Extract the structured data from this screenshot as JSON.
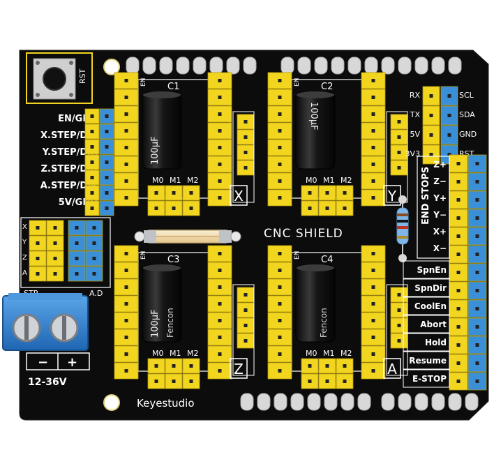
{
  "colors": {
    "pcb": "#0c0c0c",
    "header_yellow": "#f2d51f",
    "header_blue": "#3b8fd6",
    "silk": "#ffffff",
    "terminal_blue": "#2f7fd0",
    "capacitor": "#1d1d1d",
    "pad": "#d8d8d8"
  },
  "board": {
    "reset_label": "RST",
    "brand": "Keyestudio",
    "title": "CNC SHIELD",
    "end_stops_label": "END STOPS",
    "power": {
      "minus": "−",
      "plus": "+",
      "range": "12-36V"
    }
  },
  "left_labels": [
    "EN/GND",
    "X.STEP/DIR",
    "Y.STEP/DIR",
    "Z.STEP/DIR",
    "A.STEP/DIR",
    "5V/GND"
  ],
  "left_lower_fragments": {
    "rows": [
      "X",
      "Y",
      "Z",
      "A"
    ],
    "step": "STP",
    "adir": "A.D"
  },
  "serial_labels_left": [
    "RX",
    "TX",
    "5V",
    "3V3"
  ],
  "serial_labels_right": [
    "SCL",
    "SDA",
    "GND",
    "RST"
  ],
  "endstop_labels": [
    "Z+",
    "Z−",
    "Y+",
    "Y−",
    "X+",
    "X−"
  ],
  "control_labels": [
    "SpnEn",
    "SpnDir",
    "CoolEn",
    "Abort",
    "Hold",
    "Resume",
    "E-STOP"
  ],
  "drivers": [
    {
      "axis": "X",
      "cap": "C1",
      "cap_value": "100µF",
      "brand": "",
      "en": "EN",
      "jumpers": [
        "M0",
        "M1",
        "M2"
      ]
    },
    {
      "axis": "Y",
      "cap": "C2",
      "cap_value": "100µF",
      "brand": "",
      "en": "EN",
      "jumpers": [
        "M0",
        "M1",
        "M2"
      ]
    },
    {
      "axis": "Z",
      "cap": "C3",
      "cap_value": "100µF",
      "brand": "Fencon",
      "en": "EN",
      "jumpers": [
        "M0",
        "M1",
        "M2"
      ]
    },
    {
      "axis": "A",
      "cap": "C4",
      "cap_value": "",
      "brand": "Fencon",
      "en": "EN",
      "jumpers": [
        "M0",
        "M1",
        "M2"
      ]
    }
  ]
}
